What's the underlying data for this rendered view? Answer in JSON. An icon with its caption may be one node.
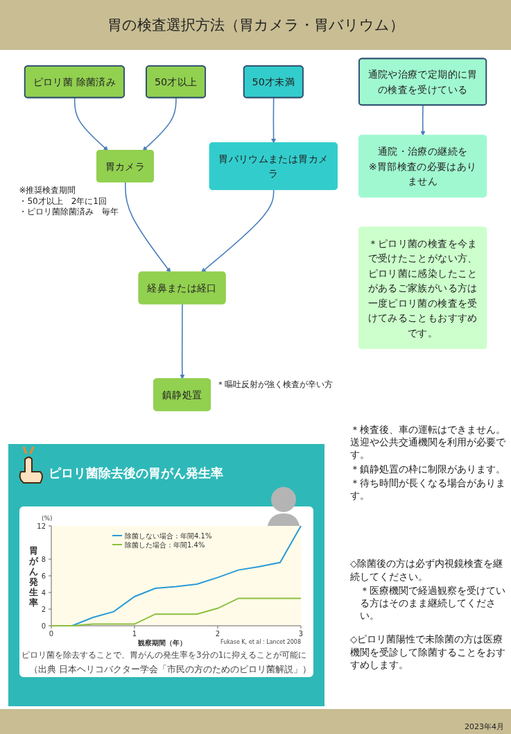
{
  "diagram": {
    "title": "胃の検査選択方法（胃カメラ・胃バリウム）",
    "nodes": [
      {
        "text": [
          "通院や治療で定期的に胃の検査を受けている"
        ]
      },
      {
        "text": [
          "ピロリ菌 除菌済み"
        ]
      },
      {
        "text": [
          "50才以上"
        ]
      },
      {
        "text": [
          "50才未満"
        ]
      },
      {
        "text": [
          "胃カメラ"
        ],
        "beside": [
          "※推奨検査期間",
          "・50才以上　2年に1回",
          "・ピロリ菌除菌済み　毎年"
        ]
      },
      {
        "text": [
          "胃バリウムまたは胃カメラ"
        ]
      },
      {
        "text": [
          "経鼻または経口"
        ]
      },
      {
        "text": [
          "通院・治療の継続を",
          "※胃部検査の必要はありません"
        ]
      },
      {
        "text": [
          "鎮静処置"
        ],
        "beside": [
          "＊嘔吐反射が強く検査が辛い方"
        ]
      },
      {
        "text": [
          "＊ピロリ菌の検査を今まで受けたことがない方、ピロリ菌に感染したことがあるご家族がいる方は一度ピロリ菌の検査を受けてみることもおすすめです。"
        ]
      }
    ],
    "edges": [
      {
        "from": 0,
        "to": 7,
        "arrow": "to"
      },
      {
        "from": 1,
        "to": 4,
        "arrow": "to"
      },
      {
        "from": 2,
        "to": 4,
        "arrow": "to"
      },
      {
        "from": 3,
        "to": 5,
        "arrow": "to"
      },
      {
        "from": 4,
        "to": 6,
        "arrow": "to"
      },
      {
        "from": 5,
        "to": 6,
        "arrow": "to"
      },
      {
        "from": 6,
        "to": 8,
        "arrow": "to"
      }
    ],
    "labels": [
      "＊検査後、車の運転はできません。送迎や公共交通機関を利用が必要です。",
      "＊鎮静処置の枠に制限があります。",
      "＊待ち時間が長くなる場合があります。",
      "◇除菌後の方は必ず内視鏡検査を継続してください。",
      "＊医療機関で経過観察を受けている方はそのまま継続してください。",
      "◇ピロリ菌陽性で未除菌の方は医療機関を受診して除菌することをおすすめします。",
      "2023年4月"
    ],
    "chart_data": {
      "type": "line",
      "title": "ピロリ菌除去後の胃がん発生率",
      "xlabel": "観察期間（年）",
      "ylabel": "胃がん発生率",
      "legend": "top",
      "x": [
        0,
        0.25,
        0.5,
        0.75,
        1,
        1.25,
        1.5,
        1.75,
        2,
        2.25,
        2.5,
        2.75,
        3
      ],
      "series": [
        {
          "name": "除菌しない場合：年間4.1%",
          "color": "#2a9ad8",
          "values": [
            0,
            0,
            1.0,
            1.7,
            3.5,
            4.5,
            4.7,
            5.0,
            5.8,
            6.7,
            7.1,
            7.6,
            12
          ]
        },
        {
          "name": "除菌した場合：年間1.4%",
          "color": "#8cbf3f",
          "values": [
            0,
            0,
            0.2,
            0.2,
            0.2,
            1.4,
            1.4,
            1.4,
            2.1,
            3.3,
            3.3,
            3.3,
            3.3
          ]
        }
      ],
      "xlim": [
        0,
        3
      ],
      "ylim": [
        0,
        12
      ],
      "xticks": [
        0,
        1,
        2,
        3
      ],
      "yticks": [
        0,
        2,
        4,
        6,
        8,
        12
      ],
      "annotations": [
        "(%)",
        "Fukase K, et al : Lancet 2008",
        "ピロリ菌を除去することで、胃がんの発生率を3分の1に抑えることが可能に",
        "（出典 日本ヘリコバクター学会「市民の方のためのピロリ菌解説」）"
      ]
    }
  }
}
